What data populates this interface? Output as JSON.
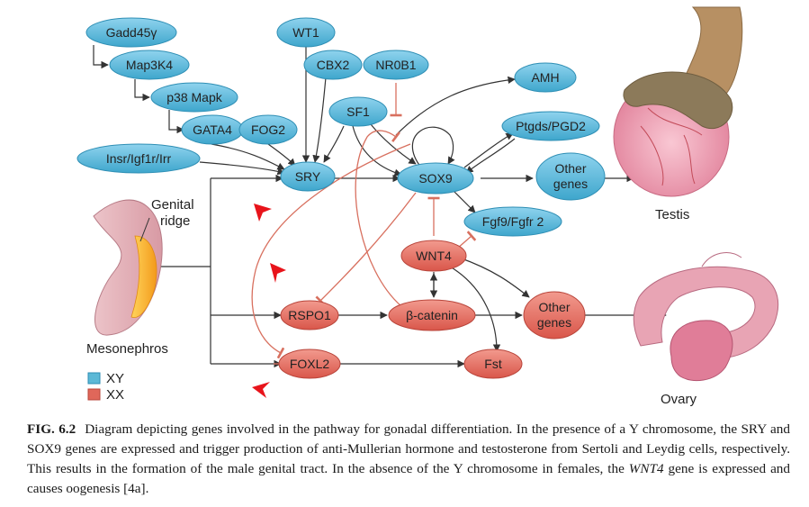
{
  "nodes": {
    "gadd45g": "Gadd45γ",
    "map3k4": "Map3K4",
    "p38mapk": "p38 Mapk",
    "gata4": "GATA4",
    "fog2": "FOG2",
    "insr": "Insr/Igf1r/Irr",
    "wt1": "WT1",
    "cbx2": "CBX2",
    "nr0b1": "NR0B1",
    "sf1": "SF1",
    "sry": "SRY",
    "sox9": "SOX9",
    "amh": "AMH",
    "ptgds": "Ptgds/PGD2",
    "other_genes_xy_1": "Other",
    "other_genes_xy_2": "genes",
    "fgf9": "Fgf9/Fgfr 2",
    "wnt4": "WNT4",
    "rspo1": "RSPO1",
    "bcatenin": "β-catenin",
    "other_genes_xx_1": "Other",
    "other_genes_xx_2": "genes",
    "foxl2": "FOXL2",
    "fst": "Fst"
  },
  "labels": {
    "genital_ridge_1": "Genital",
    "genital_ridge_2": "ridge",
    "mesonephros": "Mesonephros",
    "testis": "Testis",
    "ovary": "Ovary"
  },
  "legend": {
    "xy": "XY",
    "xx": "XX",
    "xy_color": "#5bb8d6",
    "xx_color": "#e0675a"
  },
  "colors": {
    "xy_fill": "#55b6d8",
    "xx_fill": "#e2695c",
    "inhibit_line": "#d8705f",
    "arrow_marker": "#e8141b"
  },
  "caption": {
    "label": "FIG. 6.2",
    "text_1": "Diagram depicting genes involved in the pathway for gonadal differentiation. In the presence of a Y chromosome, the SRY and SOX9 genes are expressed and trigger production of anti-Mullerian hormone and testosterone from Sertoli and Leydig cells, respectively. This results in the formation of the male genital tract. In the absence of the Y chromosome in females, the ",
    "text_italic": "WNT4",
    "text_2": " gene is expressed and causes oogenesis [4a]."
  }
}
